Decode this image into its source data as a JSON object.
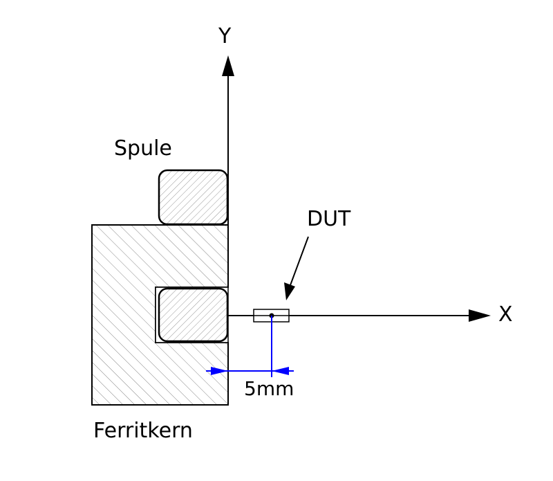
{
  "labels": {
    "y_axis": "Y",
    "x_axis": "X",
    "coil": "Spule",
    "core": "Ferritkern",
    "dut": "DUT",
    "distance": "5mm"
  },
  "colors": {
    "line": "#000000",
    "dimension": "#0000ff",
    "hatch": "#808080"
  }
}
